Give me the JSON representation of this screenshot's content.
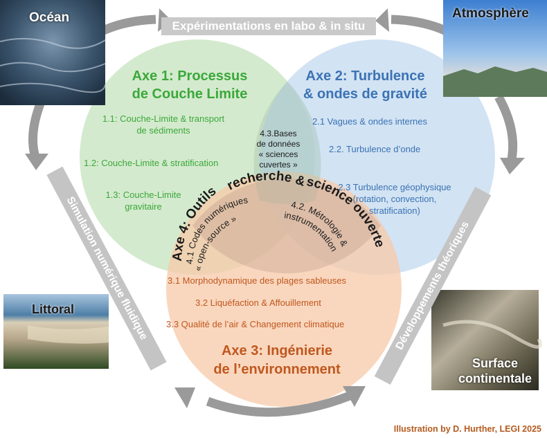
{
  "photos": {
    "ocean": "Océan",
    "atmosphere": "Atmosphère",
    "littoral": "Littoral",
    "surface": "Surface continentale"
  },
  "banners": {
    "top": "Expérimentations en labo & in situ",
    "left": "Simulation numérique fluidique",
    "right": "Développements théoriques"
  },
  "axe1": {
    "title_line1": "Axe 1: Processus",
    "title_line2": "de Couche Limite",
    "item1_line1": "1.1: Couche-Limite & transport",
    "item1_line2": "de sédiments",
    "item2": "1.2: Couche-Limite & stratification",
    "item3_line1": "1.3: Couche-Limite",
    "item3_line2": "gravitaire"
  },
  "axe2": {
    "title_line1": "Axe 2: Turbulence",
    "title_line2": "& ondes de gravité",
    "item1": "2.1 Vagues & ondes internes",
    "item2": "2.2. Turbulence d’onde",
    "item3_line1": "2.3 Turbulence géophysique",
    "item3_line2": "(rotation, convection,",
    "item3_line3": "stratification)"
  },
  "axe3": {
    "item1": "3.1 Morphodynamique des plages sableuses",
    "item2": "3.2 Liquéfaction & Affouillement",
    "item3": "3.3 Qualité de l’air & Changement climatique",
    "title_line1": "Axe 3: Ingénierie",
    "title_line2": "de l’environnement"
  },
  "axe4": {
    "title_part1": "Axe 4: Outils",
    "title_part2": "recherche &",
    "title_part3": "science ouverte",
    "center_line1": "4.3.Bases",
    "center_line2": "de données",
    "center_line3": "« sciences",
    "center_line4": "cuvertes »",
    "item1_line1": "4.1 Codes numériques",
    "item1_line2": "« open-source »",
    "item2_line1": "4.2. Métrologie &",
    "item2_line2": "instrumentation"
  },
  "credit": "Illustration by D. Hurther, LEGI 2025",
  "colors": {
    "axe1_fill": "#c5e3bd",
    "axe1_text": "#3aa83a",
    "axe2_fill": "#c3d9ef",
    "axe2_text": "#3b72b4",
    "axe3_fill": "#f7c9a8",
    "axe3_text": "#c0571e",
    "banner": "#c6c6c6",
    "arrow": "#9a9a9a",
    "credit": "#b45a1e"
  }
}
